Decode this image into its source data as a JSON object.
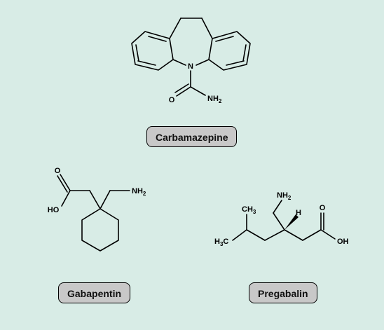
{
  "compounds": {
    "carbamazepine": {
      "name": "Carbamazepine",
      "atoms": {
        "n": "N",
        "o": "O",
        "nh2_main": "NH",
        "nh2_sub": "2"
      }
    },
    "gabapentin": {
      "name": "Gabapentin",
      "atoms": {
        "o": "O",
        "ho": "HO",
        "nh2_main": "NH",
        "nh2_sub": "2"
      }
    },
    "pregabalin": {
      "name": "Pregabalin",
      "atoms": {
        "nh2_main": "NH",
        "nh2_sub": "2",
        "ch3_main": "CH",
        "ch3_sub": "3",
        "h3c_h": "H",
        "h3c_sub": "3",
        "h3c_c": "C",
        "h": "H",
        "o": "O",
        "oh": "OH"
      }
    }
  },
  "colors": {
    "background": "#d8ece6",
    "label_fill": "#c8c8c8",
    "ink": "#000000"
  }
}
